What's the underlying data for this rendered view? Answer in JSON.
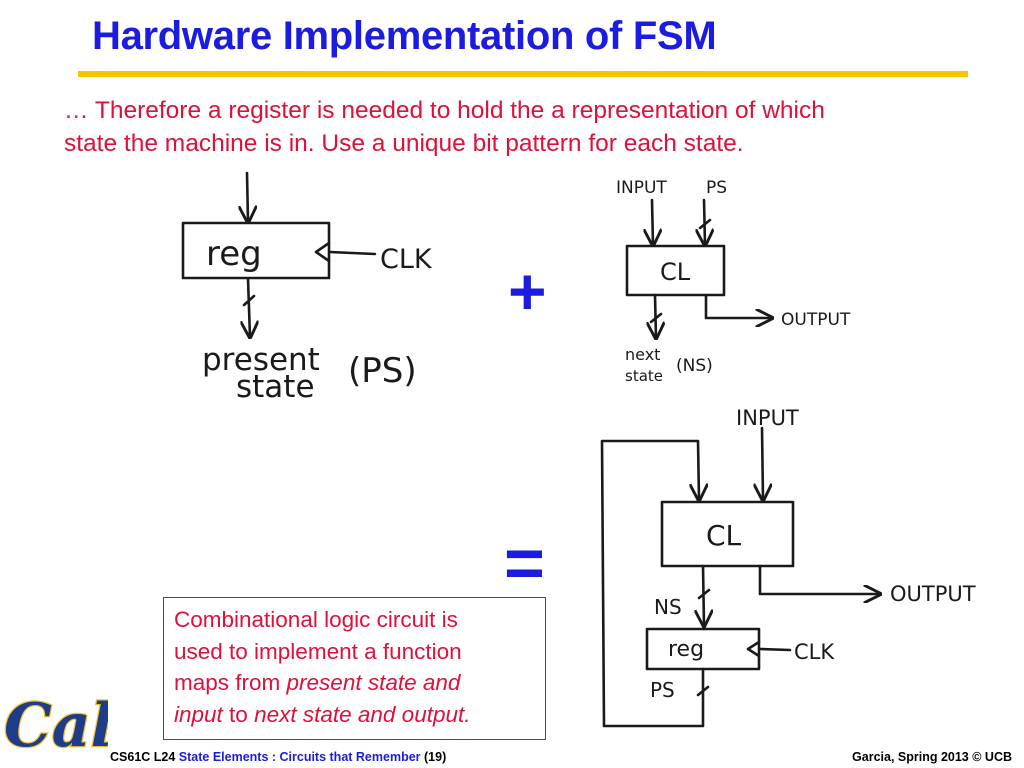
{
  "slide": {
    "title": "Hardware Implementation of FSM",
    "intro_line1": "… Therefore a register is needed to hold the a representation of which",
    "intro_line2": "state the machine is in.  Use a unique bit pattern for each state.",
    "plus_symbol": "+",
    "equals_symbol": "="
  },
  "diagram_reg": {
    "box_label": "reg",
    "clock_label": "CLK",
    "output_label_line1": "present",
    "output_label_line2": "state",
    "abbrev": "(PS)"
  },
  "diagram_cl": {
    "input_label": "INPUT",
    "ps_label": "PS",
    "box_label": "CL",
    "output_label": "OUTPUT",
    "next_state_line1": "next",
    "next_state_line2": "state",
    "abbrev": "(NS)"
  },
  "diagram_fsm": {
    "input_label": "INPUT",
    "cl_label": "CL",
    "output_label": "OUTPUT",
    "ns_label": "NS",
    "reg_label": "reg",
    "clock_label": "CLK",
    "ps_label": "PS"
  },
  "callout": {
    "line1": "Combinational logic circuit is",
    "line2": "used to implement a function",
    "line3_plain": "maps from ",
    "line3_italic": "present state and",
    "line4_italic1": "input",
    "line4_plain": " to ",
    "line4_italic2": "next state and output."
  },
  "logo": {
    "text": "Cal"
  },
  "footer": {
    "left_course": "CS61C L24 ",
    "left_topic": "State Elements : Circuits that Remember",
    "left_page": " (19)",
    "right": "Garcia, Spring 2013 © UCB"
  }
}
